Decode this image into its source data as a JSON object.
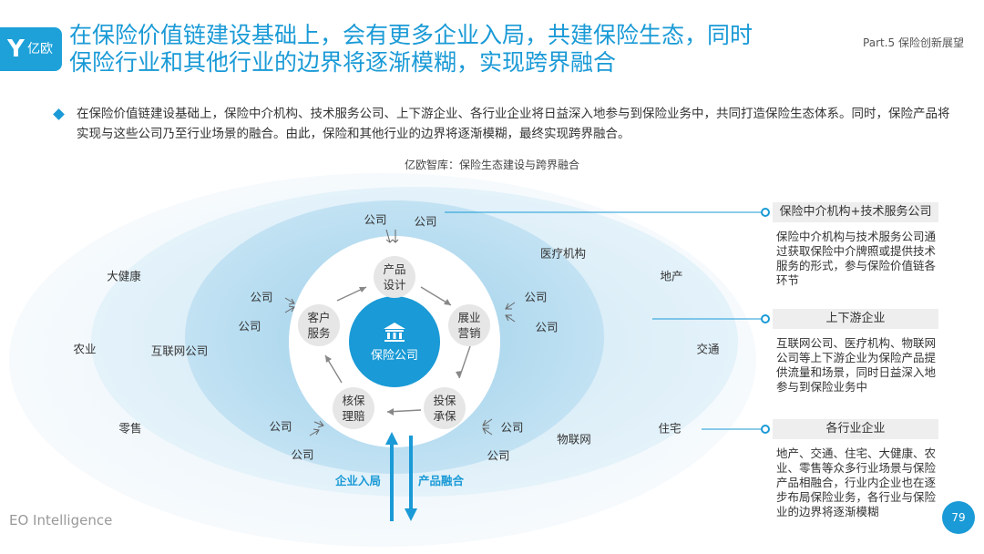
{
  "header": {
    "logo_text": "亿欧",
    "title": "在保险价值链建设基础上，会有更多企业入局，共建保险生态，同时保险行业和其他行业的边界将逐渐模糊，实现跨界融合",
    "part_label": "Part.5 保险创新展望"
  },
  "description": "在保险价值链建设基础上，保险中介机构、技术服务公司、上下游企业、各行业企业将日益深入地参与到保险业务中，共同打造保险生态体系。同时，保险产品将实现与这些公司乃至行业场景的融合。由此，保险和其他行业的边界将逐渐模糊，最终实现跨界融合。",
  "caption": "亿欧智库：保险生态建设与跨界融合",
  "diagram": {
    "center": "保险公司",
    "cycle_nodes": [
      {
        "line1": "产品",
        "line2": "设计"
      },
      {
        "line1": "展业",
        "line2": "营销"
      },
      {
        "line1": "投保",
        "line2": "承保"
      },
      {
        "line1": "核保",
        "line2": "理赔"
      },
      {
        "line1": "客户",
        "line2": "服务"
      }
    ],
    "company_label": "公司",
    "mid_labels": [
      "医疗机构",
      "互联网公司",
      "物联网"
    ],
    "outer_labels": [
      "大健康",
      "农业",
      "零售",
      "地产",
      "交通",
      "住宅"
    ],
    "arrow_up_label": "企业入局",
    "arrow_down_label": "产品融合"
  },
  "right_panel": [
    {
      "title": "保险中介机构+技术服务公司",
      "body": "保险中介机构与技术服务公司通过获取保险中介牌照或提供技术服务的形式，参与保险价值链各环节"
    },
    {
      "title": "上下游企业",
      "body": "互联网公司、医疗机构、物联网公司等上下游企业为保险产品提供流量和场景，同时日益深入地参与到保险业务中"
    },
    {
      "title": "各行业企业",
      "body": "地产、交通、住宅、大健康、农业、零售等众多行业场景与保险产品相融合，行业内企业也在逐步布局保险业务，各行业与保险业的边界将逐渐模糊"
    }
  ],
  "footer": "EO Intelligence",
  "page_number": "79",
  "colors": {
    "accent": "#1a9ad6",
    "node_grey": "#e6e6e6"
  }
}
